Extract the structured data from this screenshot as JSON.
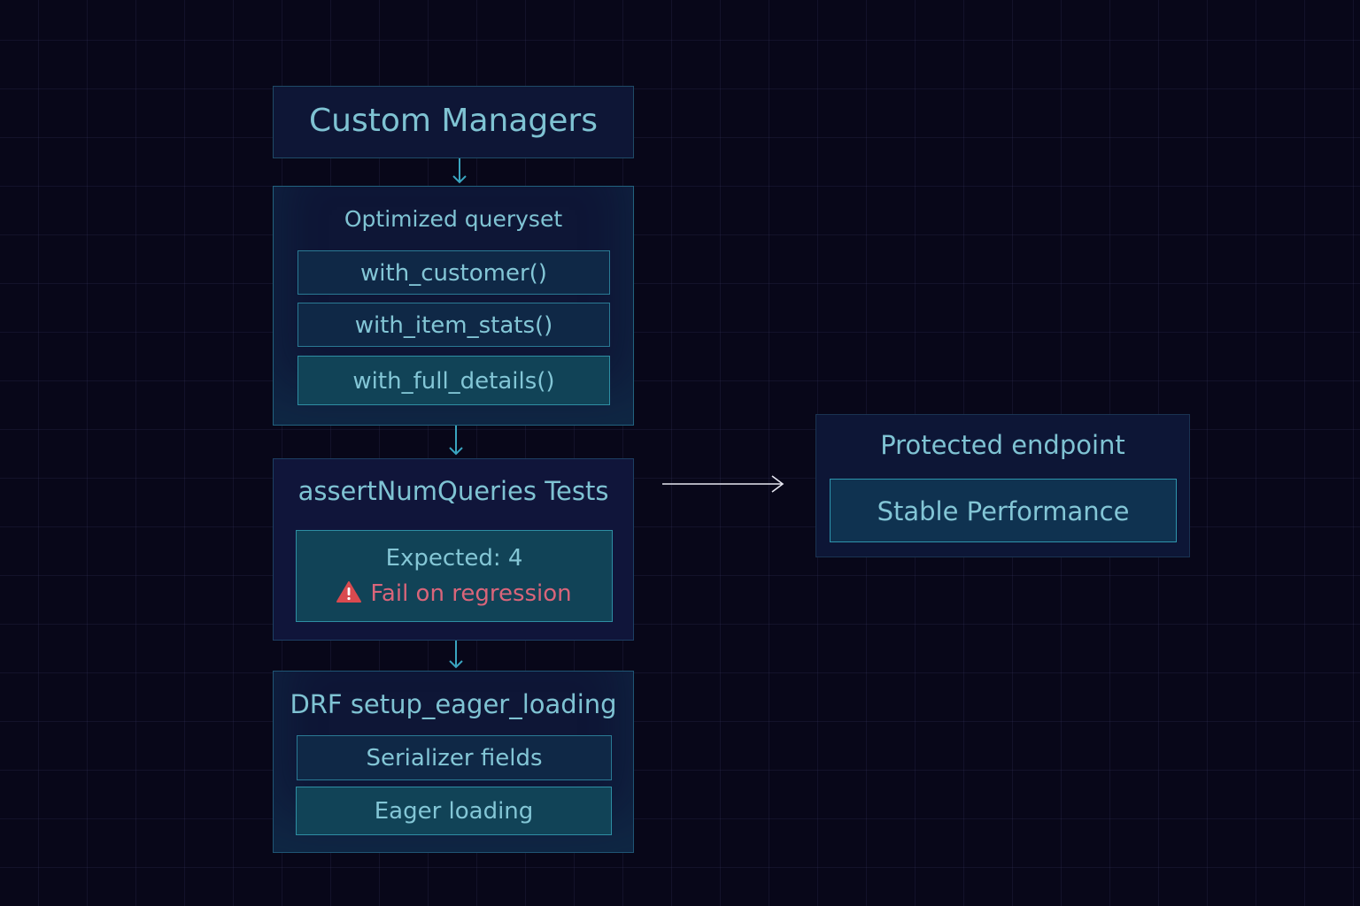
{
  "diagram": {
    "nodes": {
      "custom_managers": {
        "title": "Custom Managers"
      },
      "optimized_queryset": {
        "title": "Optimized queryset",
        "items": [
          "with_customer()",
          "with_item_stats()",
          "with_full_details()"
        ]
      },
      "assert_tests": {
        "title": "assertNumQueries Tests",
        "expected": "Expected: 4",
        "warning": "Fail on regression",
        "warning_icon": "warning-triangle-icon"
      },
      "drf": {
        "title": "DRF setup_eager_loading",
        "items": [
          "Serializer fields",
          "Eager loading"
        ]
      },
      "protected": {
        "title": "Protected endpoint",
        "result": "Stable Performance"
      }
    },
    "edges": [
      {
        "from": "custom_managers",
        "to": "optimized_queryset"
      },
      {
        "from": "optimized_queryset",
        "to": "assert_tests"
      },
      {
        "from": "assert_tests",
        "to": "drf"
      },
      {
        "from": "assert_tests",
        "to": "protected"
      }
    ],
    "colors": {
      "background": "#080719",
      "accent": "#7fc3d3",
      "warning": "#d9657a",
      "warning_icon": "#d94a4f"
    }
  }
}
